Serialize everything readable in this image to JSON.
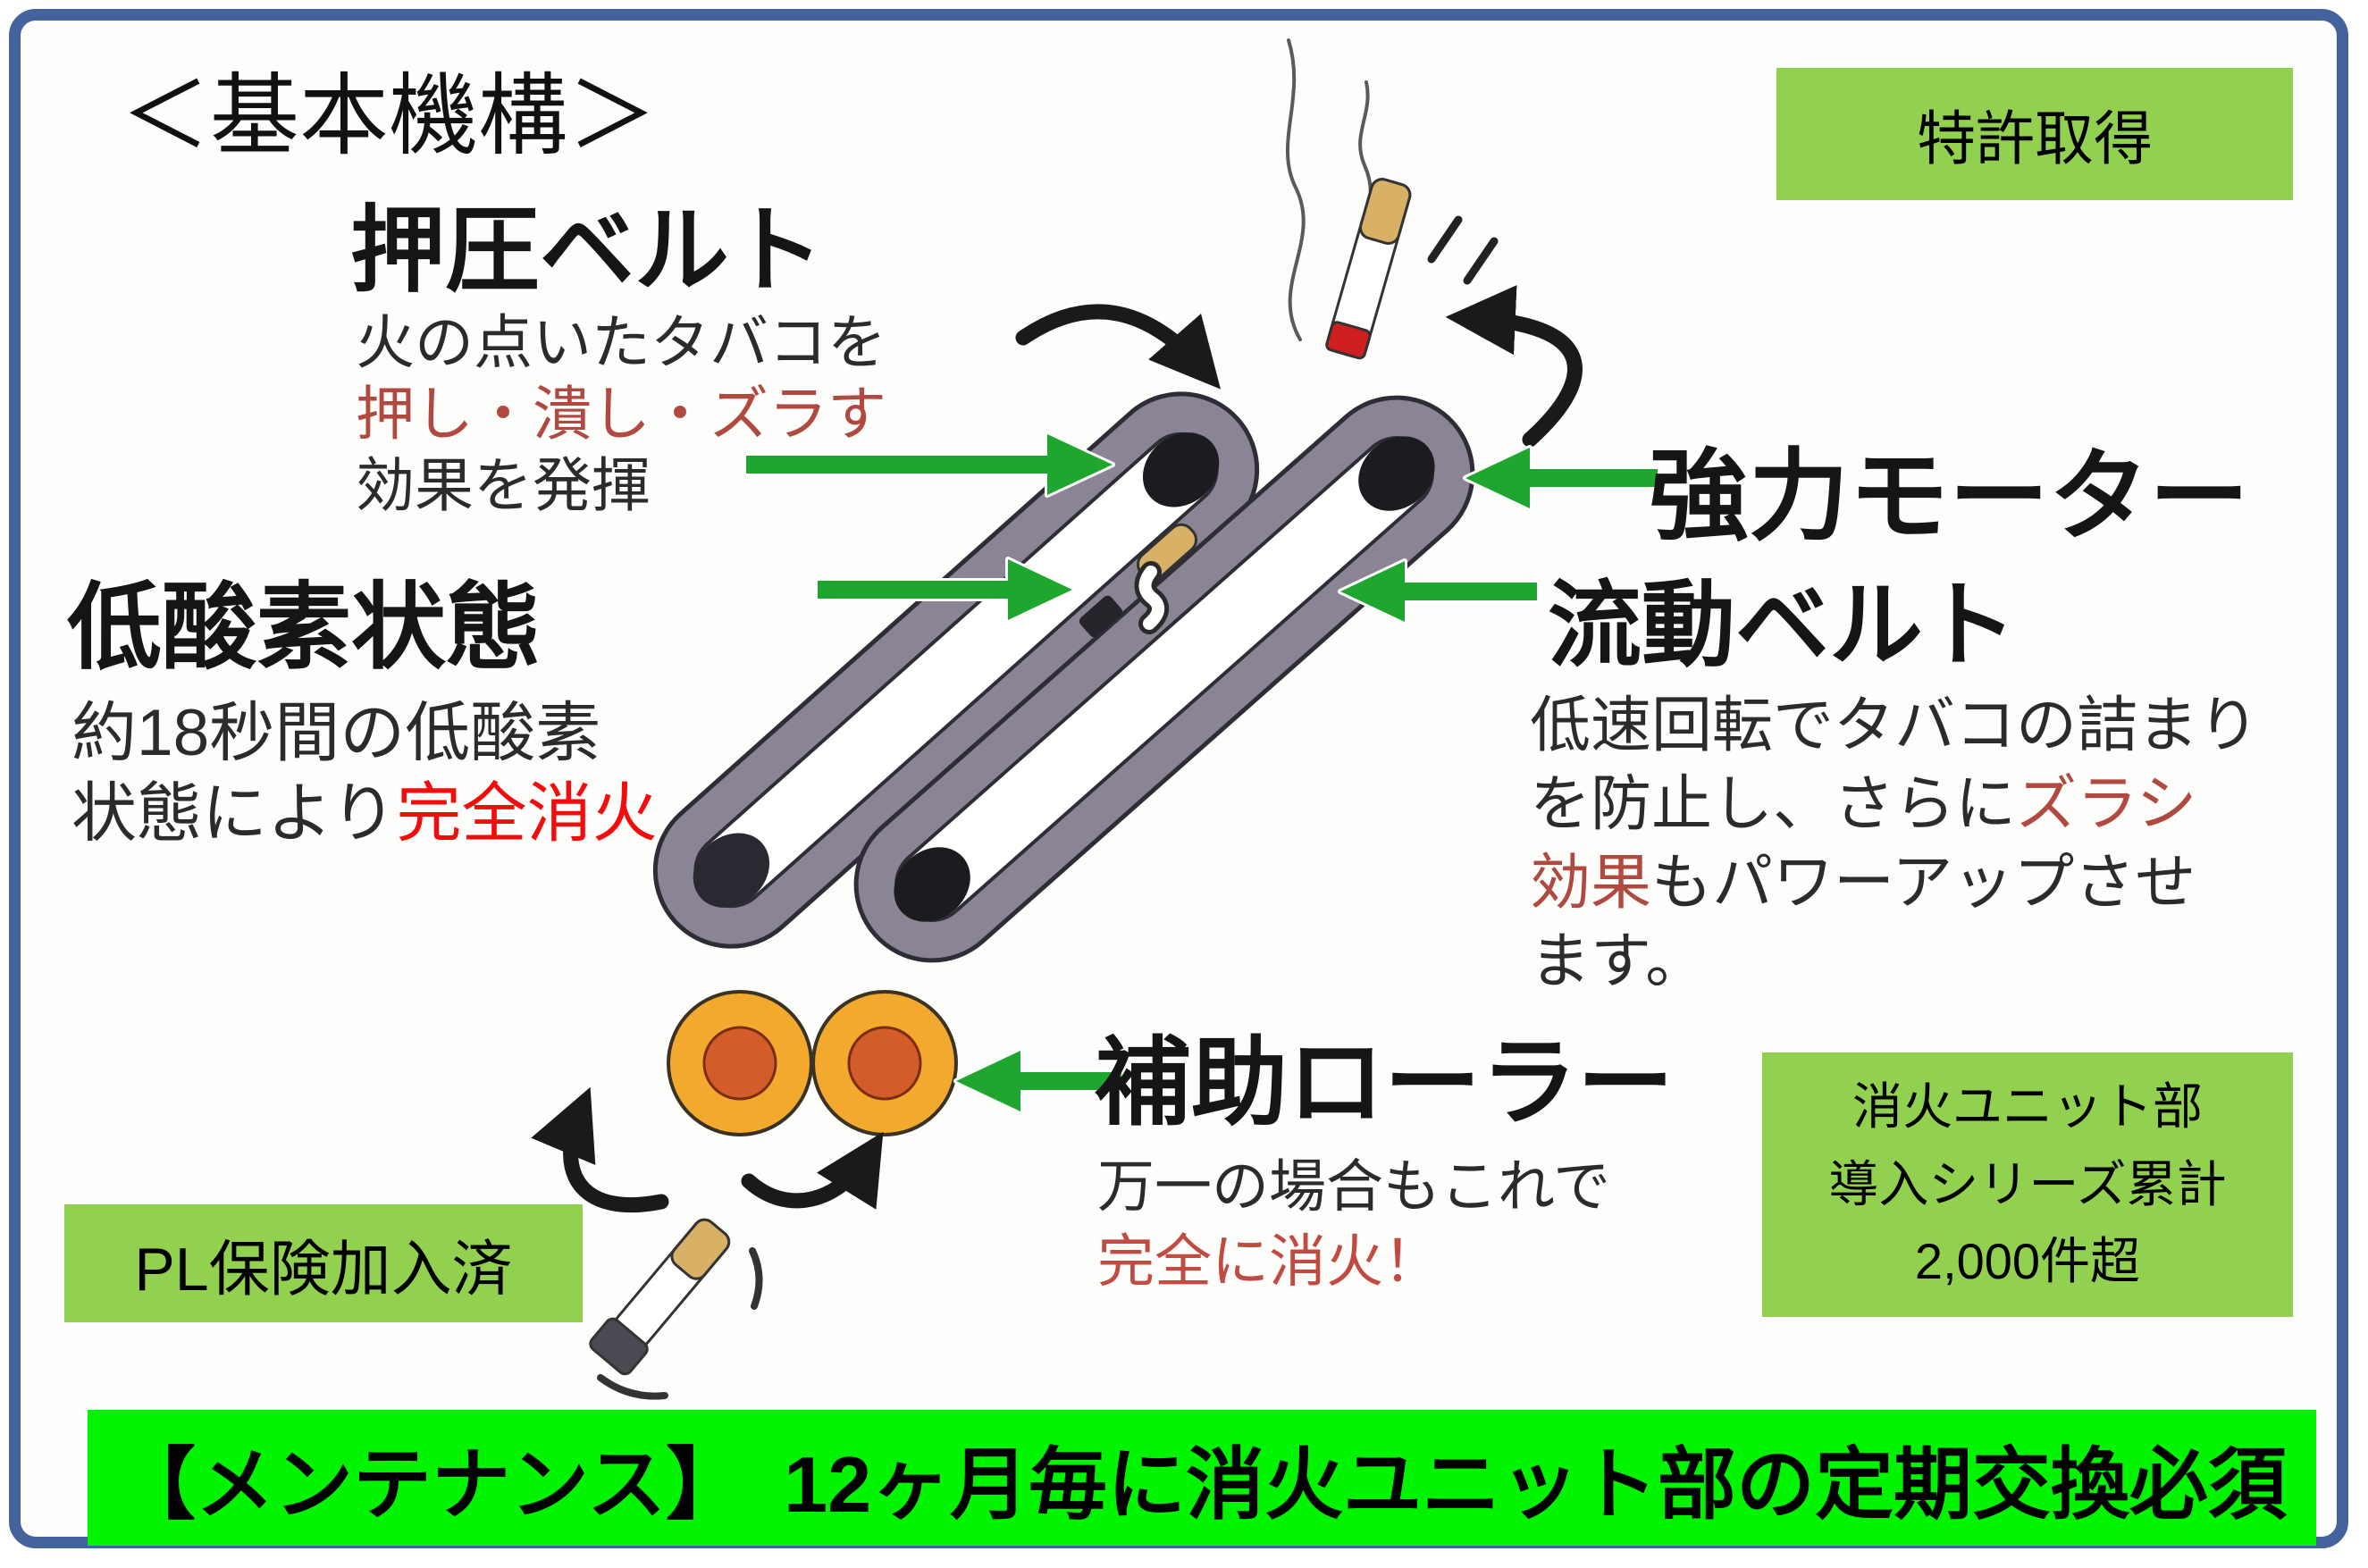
{
  "title": "＜基本機構＞",
  "badges": {
    "patent": "特許取得",
    "pl": "PL保険加入済",
    "units": [
      "消火ユニット部",
      "導入シリーズ累計",
      "2,000件超"
    ]
  },
  "sections": {
    "push_belt": {
      "heading": "押圧ベルト",
      "line1": "火の点いたタバコを",
      "line2": "押し・潰し・ズラす",
      "line3": "効果を発揮"
    },
    "low_oxygen": {
      "heading": "低酸素状態",
      "line1": "約18秒間の低酸素",
      "line2_black": "状態により",
      "line2_red": "完全消火"
    },
    "motor": {
      "heading": "強力モーター"
    },
    "flow_belt": {
      "heading": "流動ベルト",
      "line1": "低速回転でタバコの詰まり",
      "line2a": "を防止し、さらに",
      "line2b": "ズラシ",
      "line3a": "効果",
      "line3b": "もパワーアップさせ",
      "line4": "ます。"
    },
    "aux_roller": {
      "heading": "補助ローラー",
      "line1": "万一の場合もこれで",
      "line2": "完全に消火！"
    }
  },
  "banner": "【メンテナンス】　12ヶ月毎に消火ユニット部の定期交換必須",
  "colors": {
    "frame_border": "#44639c",
    "badge_green": "#92d050",
    "banner_green": "#00f400",
    "accent_red": "#f40b0b",
    "accent_brick": "#b0493f",
    "arrow_green": "#1fa62f"
  }
}
